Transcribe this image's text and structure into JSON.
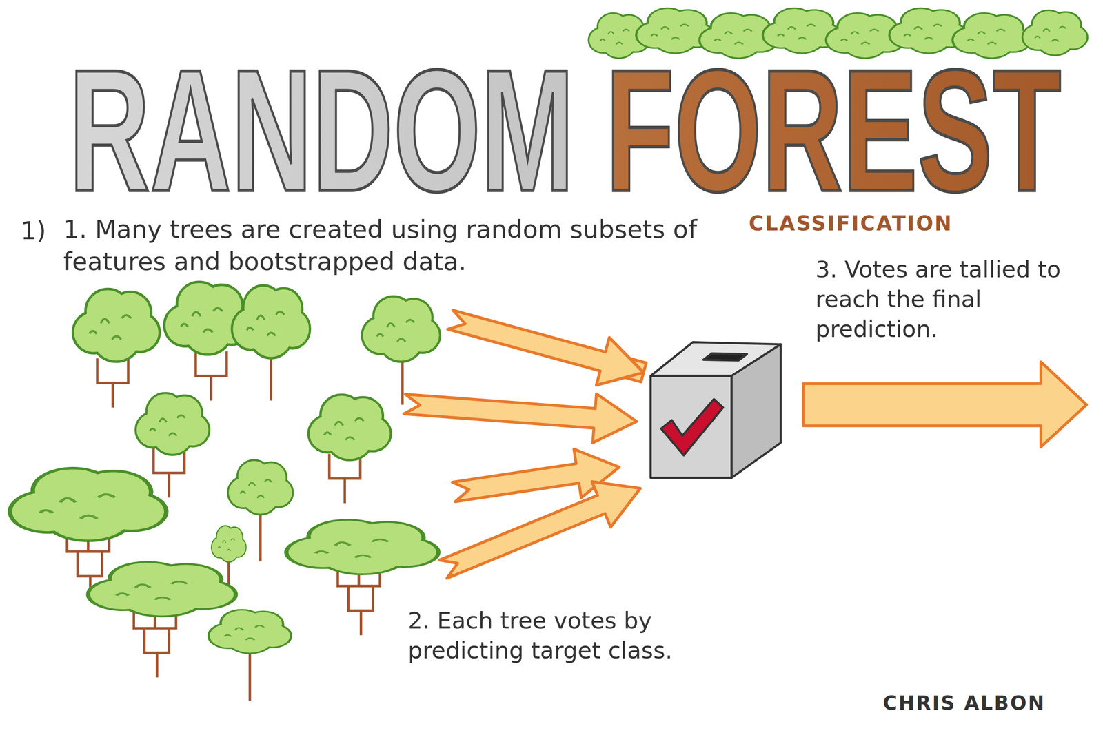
{
  "diagram": {
    "title": "RANDOM FOREST",
    "labels": [
      "1)",
      "1. Many trees are created using random subsets of features and bootstrapped data.",
      "CLASSIFICATION",
      "2. Each tree votes by predicting target class.",
      "3. Votes are tallied to reach the final prediction.",
      "CHRIS ALBON"
    ]
  }
}
